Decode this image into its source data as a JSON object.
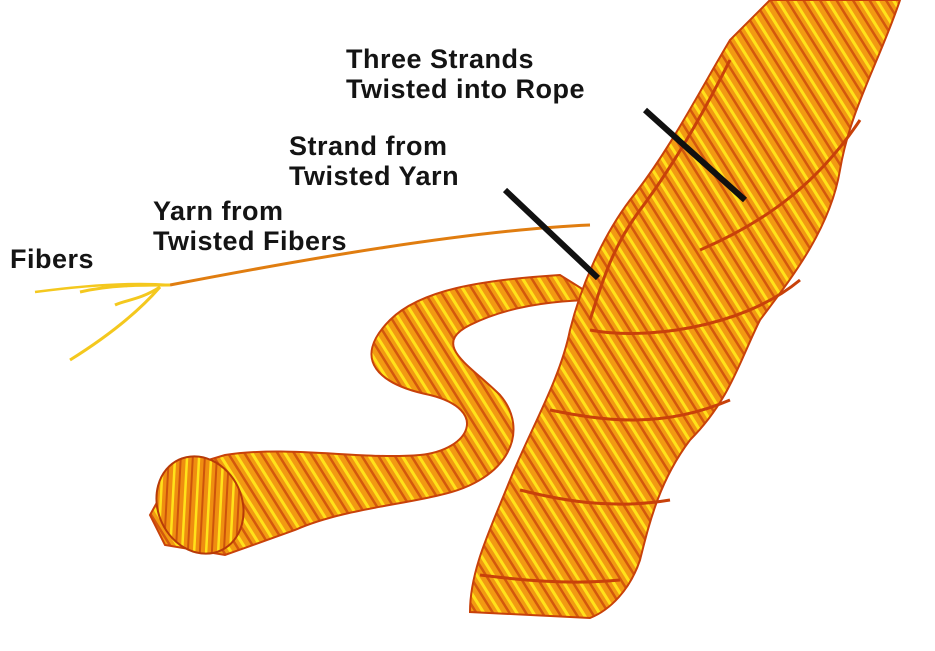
{
  "diagram": {
    "labels": {
      "rope": {
        "line1": "Three Strands",
        "line2": "Twisted into Rope"
      },
      "strand": {
        "line1": "Strand from",
        "line2": "Twisted Yarn"
      },
      "yarn": {
        "line1": "Yarn from",
        "line2": "Twisted Fibers"
      },
      "fibers": {
        "line1": "Fibers"
      }
    },
    "colors": {
      "rope_base": "#f29a12",
      "rope_shadow": "#c8410a",
      "rope_highlight": "#ffe21a",
      "fiber": "#f4c81e",
      "yarn": "#e07d10",
      "leader_line": "#111111",
      "label_text": "#141414"
    }
  }
}
